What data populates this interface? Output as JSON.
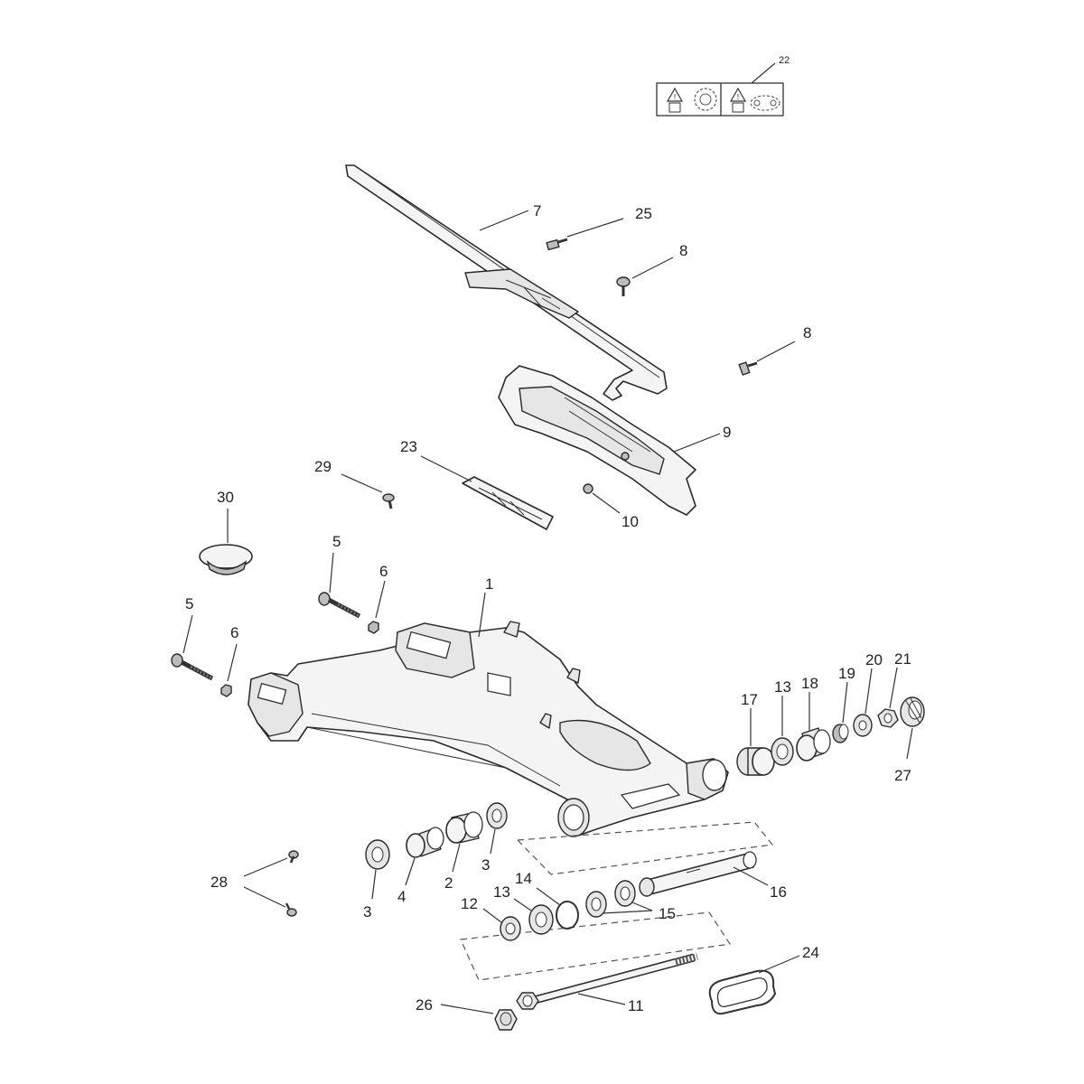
{
  "labels": {
    "p1": "1",
    "p2": "2",
    "p3a": "3",
    "p3b": "3",
    "p4": "4",
    "p5a": "5",
    "p5b": "5",
    "p6a": "6",
    "p6b": "6",
    "p7": "7",
    "p8a": "8",
    "p8b": "8",
    "p9": "9",
    "p10": "10",
    "p11": "11",
    "p12": "12",
    "p13a": "13",
    "p13b": "13",
    "p14": "14",
    "p15": "15",
    "p16": "16",
    "p17": "17",
    "p18": "18",
    "p19": "19",
    "p20": "20",
    "p21": "21",
    "p22": "22",
    "p23": "23",
    "p24": "24",
    "p25": "25",
    "p26": "26",
    "p27": "27",
    "p28": "28",
    "p29": "29",
    "p30": "30"
  },
  "icons": [
    "warning-grease-icon",
    "warning-chain-icon"
  ]
}
